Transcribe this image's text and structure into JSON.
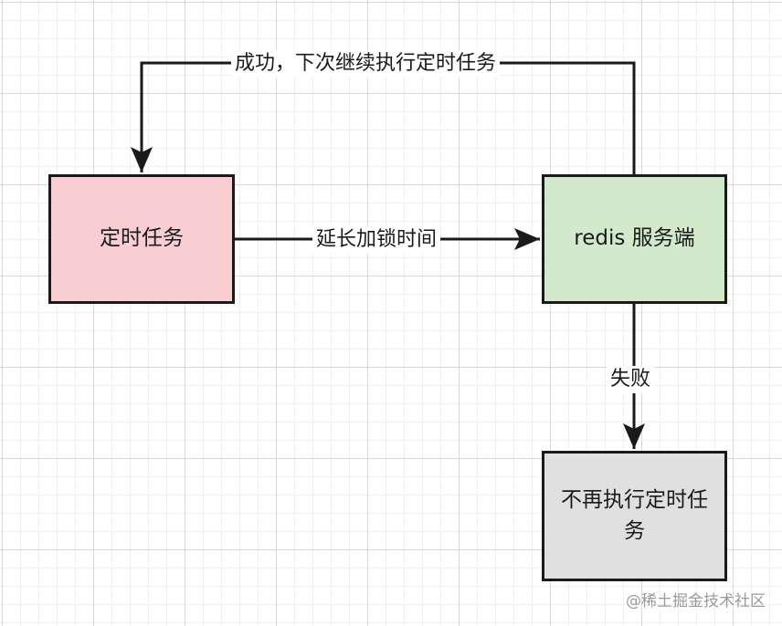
{
  "colors": {
    "task_fill": "#f8ced3",
    "server_fill": "#d2e9cb",
    "stop_fill": "#e0e0e0",
    "stroke": "#1a1a1a"
  },
  "nodes": {
    "task": {
      "label": "定时任务"
    },
    "server": {
      "label": "redis 服务端"
    },
    "stop": {
      "label": "不再执行定时任务"
    }
  },
  "edges": {
    "extend": {
      "label": "延长加锁时间"
    },
    "success": {
      "label": "成功，下次继续执行定时任务"
    },
    "fail": {
      "label": "失败"
    }
  },
  "watermark": "@稀土掘金技术社区"
}
